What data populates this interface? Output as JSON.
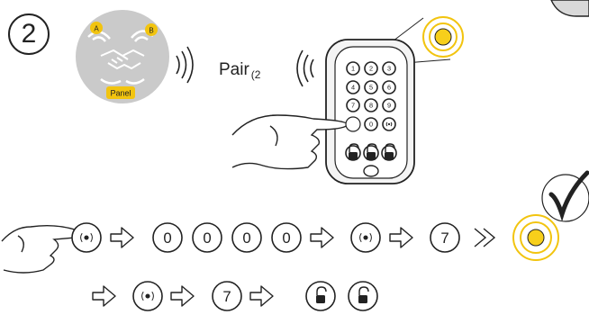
{
  "step_number": "2",
  "pair_text": "Pair",
  "pair_sub": "(2",
  "badge_a": "A",
  "badge_b": "B",
  "badge_panel": "Panel",
  "keypad_digits": [
    "1",
    "2",
    "3",
    "4",
    "5",
    "6",
    "7",
    "8",
    "9",
    "0"
  ],
  "sequence_row1": [
    "pair",
    "0",
    "0",
    "0",
    "0",
    "pair",
    "7"
  ],
  "sequence_row2": [
    "pair",
    "7",
    "unlock",
    "unlock"
  ],
  "colors": {
    "led_yellow": "#f7cf1b",
    "panel_gray": "#c8c8c8",
    "badge_yellow": "#f2c40f"
  },
  "icons": [
    "finger-pointing-hand",
    "arrow-outline-icon",
    "double-chevron-icon",
    "checkmark-icon",
    "signal-waves-icon",
    "handshake-icon",
    "unlock-icon"
  ]
}
